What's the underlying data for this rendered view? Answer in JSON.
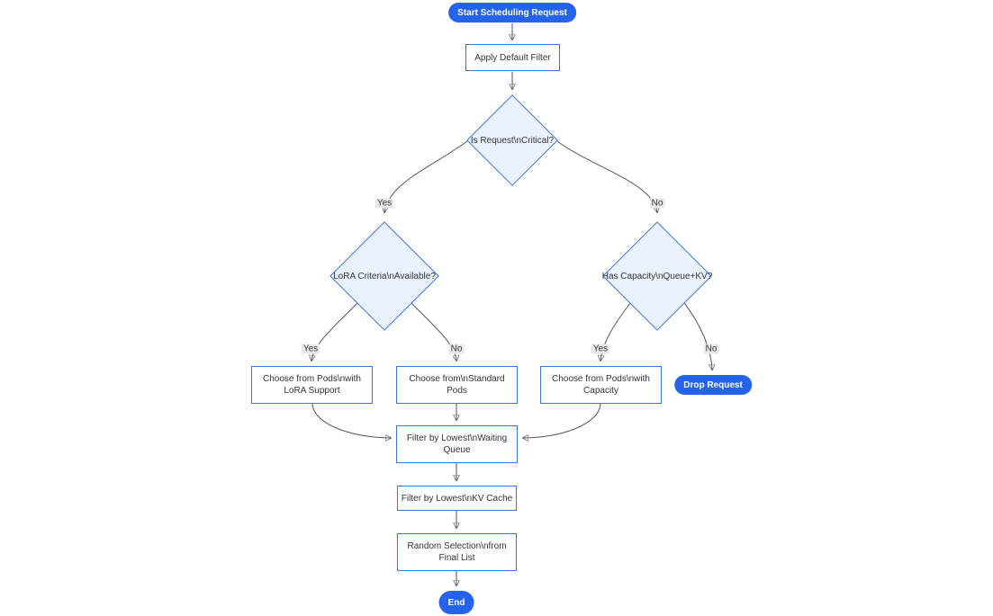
{
  "diagram_type": "flowchart",
  "colors": {
    "pill_fill": "#2563eb",
    "pill_text": "#ffffff",
    "node_border": "#3b76dd",
    "rect_fill": "#ffffff",
    "diamond_fill": "#e9f2fc",
    "text": "#333333",
    "edge": "#555555",
    "edge_label_bg": "#e8e8e8"
  },
  "nodes": {
    "start": {
      "shape": "stadium",
      "label": "Start Scheduling Request",
      "lines": [
        "Start Scheduling Request"
      ]
    },
    "apply_filter": {
      "shape": "rect",
      "label": "Apply Default Filter",
      "lines": [
        "Apply Default Filter"
      ]
    },
    "is_critical": {
      "shape": "diamond",
      "label": "Is Request\\nCritical?",
      "lines": [
        "Is Request\\nCritical?"
      ]
    },
    "lora_criteria": {
      "shape": "diamond",
      "label": "LoRA Criteria\\nAvailable?",
      "lines": [
        "LoRA Criteria\\nAvailable?"
      ]
    },
    "has_capacity": {
      "shape": "diamond",
      "label": "Has Capacity\\nQueue+KV?",
      "lines": [
        "Has Capacity\\nQueue+KV?"
      ]
    },
    "choose_lora": {
      "shape": "rect",
      "label": "Choose from Pods\\nwith LoRA Support",
      "lines": [
        "Choose from Pods\\nwith",
        "LoRA Support"
      ]
    },
    "choose_standard": {
      "shape": "rect",
      "label": "Choose from\\nStandard Pods",
      "lines": [
        "Choose from\\nStandard",
        "Pods"
      ]
    },
    "choose_capacity": {
      "shape": "rect",
      "label": "Choose from Pods\\nwith Capacity",
      "lines": [
        "Choose from Pods\\nwith",
        "Capacity"
      ]
    },
    "drop_request": {
      "shape": "stadium",
      "label": "Drop Request",
      "lines": [
        "Drop Request"
      ]
    },
    "filter_queue": {
      "shape": "rect",
      "label": "Filter by Lowest\\nWaiting Queue",
      "lines": [
        "Filter by Lowest\\nWaiting",
        "Queue"
      ]
    },
    "filter_kv": {
      "shape": "rect",
      "label": "Filter by Lowest\\nKV Cache",
      "lines": [
        "Filter by Lowest\\nKV Cache"
      ]
    },
    "random_selection": {
      "shape": "rect",
      "label": "Random Selection\\nfrom Final List",
      "lines": [
        "Random Selection\\nfrom",
        "Final List"
      ]
    },
    "end": {
      "shape": "stadium",
      "label": "End",
      "lines": [
        "End"
      ]
    }
  },
  "edges": [
    {
      "from": "start",
      "to": "apply_filter",
      "label": ""
    },
    {
      "from": "apply_filter",
      "to": "is_critical",
      "label": ""
    },
    {
      "from": "is_critical",
      "to": "lora_criteria",
      "label": "Yes"
    },
    {
      "from": "is_critical",
      "to": "has_capacity",
      "label": "No"
    },
    {
      "from": "lora_criteria",
      "to": "choose_lora",
      "label": "Yes"
    },
    {
      "from": "lora_criteria",
      "to": "choose_standard",
      "label": "No"
    },
    {
      "from": "has_capacity",
      "to": "choose_capacity",
      "label": "Yes"
    },
    {
      "from": "has_capacity",
      "to": "drop_request",
      "label": "No"
    },
    {
      "from": "choose_lora",
      "to": "filter_queue",
      "label": ""
    },
    {
      "from": "choose_standard",
      "to": "filter_queue",
      "label": ""
    },
    {
      "from": "choose_capacity",
      "to": "filter_queue",
      "label": ""
    },
    {
      "from": "filter_queue",
      "to": "filter_kv",
      "label": ""
    },
    {
      "from": "filter_kv",
      "to": "random_selection",
      "label": ""
    },
    {
      "from": "random_selection",
      "to": "end",
      "label": ""
    }
  ]
}
